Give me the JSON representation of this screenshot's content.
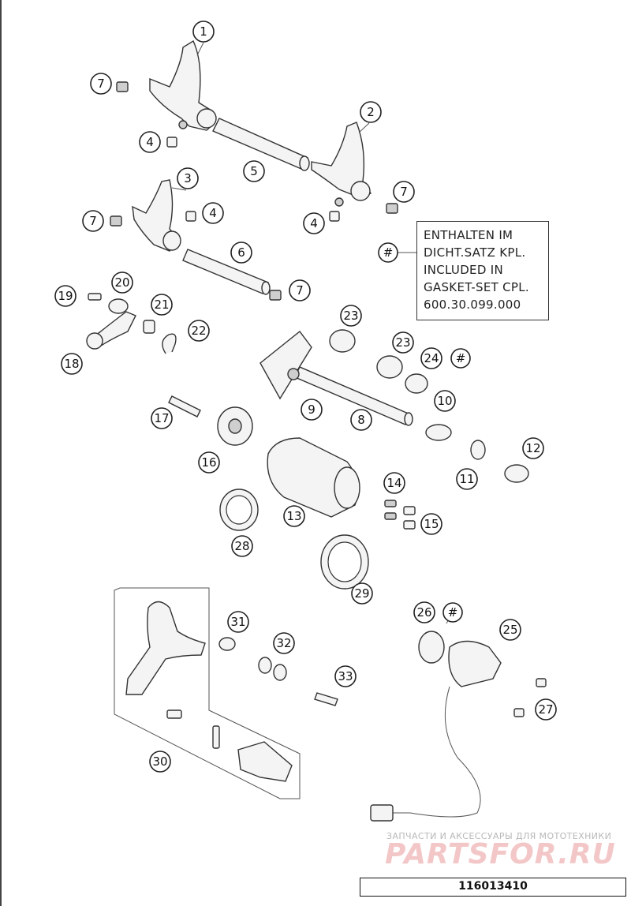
{
  "callouts": [
    {
      "id": "c1",
      "label": "1"
    },
    {
      "id": "c2",
      "label": "2"
    },
    {
      "id": "c3",
      "label": "3"
    },
    {
      "id": "c4a",
      "label": "4"
    },
    {
      "id": "c4b",
      "label": "4"
    },
    {
      "id": "c4c",
      "label": "4"
    },
    {
      "id": "c5",
      "label": "5"
    },
    {
      "id": "c6",
      "label": "6"
    },
    {
      "id": "c7a",
      "label": "7"
    },
    {
      "id": "c7b",
      "label": "7"
    },
    {
      "id": "c7c",
      "label": "7"
    },
    {
      "id": "c7d",
      "label": "7"
    },
    {
      "id": "c8",
      "label": "8"
    },
    {
      "id": "c9",
      "label": "9"
    },
    {
      "id": "c10",
      "label": "10"
    },
    {
      "id": "c11",
      "label": "11"
    },
    {
      "id": "c12",
      "label": "12"
    },
    {
      "id": "c13",
      "label": "13"
    },
    {
      "id": "c14",
      "label": "14"
    },
    {
      "id": "c15",
      "label": "15"
    },
    {
      "id": "c16",
      "label": "16"
    },
    {
      "id": "c17",
      "label": "17"
    },
    {
      "id": "c18",
      "label": "18"
    },
    {
      "id": "c19",
      "label": "19"
    },
    {
      "id": "c20",
      "label": "20"
    },
    {
      "id": "c21",
      "label": "21"
    },
    {
      "id": "c22",
      "label": "22"
    },
    {
      "id": "c23a",
      "label": "23"
    },
    {
      "id": "c23b",
      "label": "23"
    },
    {
      "id": "c24",
      "label": "24"
    },
    {
      "id": "c25",
      "label": "25"
    },
    {
      "id": "c26",
      "label": "26"
    },
    {
      "id": "c27",
      "label": "27"
    },
    {
      "id": "c28",
      "label": "28"
    },
    {
      "id": "c29",
      "label": "29"
    },
    {
      "id": "c30",
      "label": "30"
    },
    {
      "id": "c31",
      "label": "31"
    },
    {
      "id": "c32",
      "label": "32"
    },
    {
      "id": "c33",
      "label": "33"
    },
    {
      "id": "h1",
      "label": "#"
    },
    {
      "id": "h2",
      "label": "#"
    },
    {
      "id": "h3",
      "label": "#"
    }
  ],
  "note": {
    "lines": [
      "ENTHALTEN IM",
      "DICHT.SATZ KPL.",
      "INCLUDED IN",
      "GASKET-SET CPL.",
      "600.30.099.000"
    ]
  },
  "watermark": {
    "subtitle": "ЗАПЧАСТИ И АКСЕССУАРЫ ДЛЯ МОТОТЕХНИКИ",
    "logo": "PARTSFOR.RU"
  },
  "drawing_id": "116013410"
}
